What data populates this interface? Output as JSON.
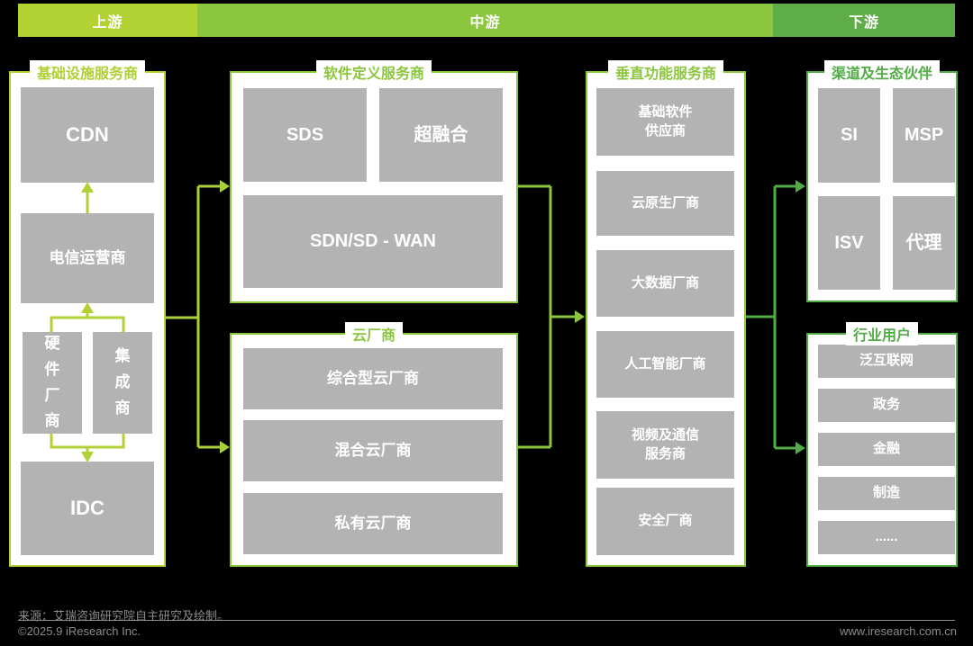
{
  "colors": {
    "background": "#000000",
    "upstream_bar": "#b3d334",
    "midstream_bar": "#8cc63f",
    "downstream_bar": "#5fad46",
    "connector_left": "#a9cf3a",
    "connector_mid": "#8cc63f",
    "connector_right": "#53ab47",
    "node_fill": "#b3b3b3",
    "card_background": "#ffffff",
    "footer_text": "#8c8c8c"
  },
  "top_bar": {
    "segments": [
      {
        "label": "上游"
      },
      {
        "label": "中游"
      },
      {
        "label": "下游"
      }
    ]
  },
  "cards": {
    "infra": {
      "title": "基础设施服务商",
      "cdn": "CDN",
      "telecom": "电信运营商",
      "hardware": "硬件厂商",
      "integrator": "集成商",
      "idc": "IDC"
    },
    "sdx": {
      "title": "软件定义服务商",
      "sds": "SDS",
      "hci": "超融合",
      "sdn": "SDN/SD - WAN"
    },
    "cloud": {
      "title": "云厂商",
      "items": [
        "综合型云厂商",
        "混合云厂商",
        "私有云厂商"
      ]
    },
    "vertical": {
      "title": "垂直功能服务商",
      "items": [
        "基础软件\n供应商",
        "云原生厂商",
        "大数据厂商",
        "人工智能厂商",
        "视频及通信\n服务商",
        "安全厂商"
      ]
    },
    "channel": {
      "title": "渠道及生态伙伴",
      "items": [
        "SI",
        "MSP",
        "ISV",
        "代理"
      ]
    },
    "users": {
      "title": "行业用户",
      "items": [
        "泛互联网",
        "政务",
        "金融",
        "制造",
        "......"
      ]
    }
  },
  "footer": {
    "source": "来源：艾瑞咨询研究院自主研究及绘制。",
    "copyright": "©2025.9 iResearch Inc.",
    "website": "www.iresearch.com.cn"
  }
}
